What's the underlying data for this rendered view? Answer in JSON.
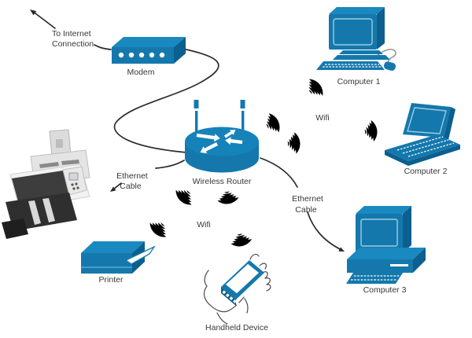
{
  "diagram_type": "home-network-diagram",
  "colors": {
    "device_blue": "#1478ad",
    "device_blue_light": "#1989bf",
    "device_blue_dark": "#0c5f8e",
    "router_top_blue": "#1583ba",
    "wifi_blue": "#2e96c0",
    "cable_black": "#2b2b2b",
    "text": "#383838",
    "background": "#ffffff"
  },
  "nodes": {
    "modem": {
      "label": "Modem"
    },
    "router": {
      "label": "Wireless Router"
    },
    "computer1": {
      "label": "Computer 1"
    },
    "computer2": {
      "label": "Computer 2"
    },
    "computer3": {
      "label": "Computer 3"
    },
    "printer": {
      "label": "Printer"
    },
    "handheld": {
      "label": "Handheld Device"
    }
  },
  "annotations": {
    "internet": {
      "line1": "To Internet",
      "line2": "Connection"
    },
    "ethernet_left": {
      "line1": "Ethernet",
      "line2": "Cable"
    },
    "ethernet_right": {
      "line1": "Ethernet",
      "line2": "Cable"
    },
    "wifi_right": "Wifi",
    "wifi_left": "Wifi"
  }
}
